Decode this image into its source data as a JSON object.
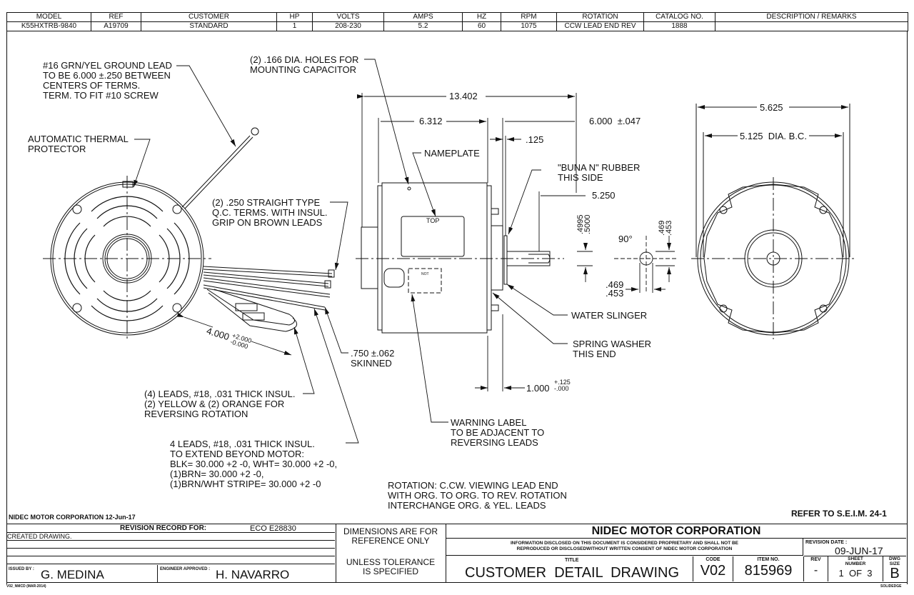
{
  "spec_table": {
    "headers": [
      "MODEL",
      "REF",
      "CUSTOMER",
      "HP",
      "VOLTS",
      "AMPS",
      "HZ",
      "RPM",
      "ROTATION",
      "CATALOG NO.",
      "DESCRIPTION / REMARKS"
    ],
    "values": [
      "K55HXTRB-9840",
      "A19709",
      "STANDARD",
      "1",
      "208-230",
      "5.2",
      "60",
      "1075",
      "CCW LEAD END REV",
      "1888",
      ""
    ]
  },
  "notes": {
    "ground_lead": "#16 GRN/YEL GROUND LEAD\nTO BE 6.000 ±.250 BETWEEN\nCENTERS OF TERMS.\nTERM. TO FIT #10 SCREW",
    "mounting_holes": "(2) .166 DIA. HOLES FOR\nMOUNTING CAPACITOR",
    "thermal_protector": "AUTOMATIC THERMAL\nPROTECTOR",
    "qc_terms": "(2) .250 STRAIGHT TYPE\nQ.C. TERMS. WITH INSUL.\nGRIP ON BROWN LEADS",
    "nameplate": "NAMEPLATE",
    "buna_rubber": "\"BUNA N\" RUBBER\nTHIS SIDE",
    "water_slinger": "WATER SLINGER",
    "spring_washer": "SPRING WASHER\nTHIS END",
    "skinned": ".750 ±.062\nSKINNED",
    "reversing_leads": "(4) LEADS, #18, .031 THICK INSUL.\n(2) YELLOW & (2) ORANGE FOR\nREVERSING ROTATION",
    "extend_leads": "4 LEADS, #18, .031 THICK INSUL.\nTO EXTEND BEYOND MOTOR:\nBLK= 30.000 +2 -0, WHT= 30.000 +2 -0,\n(1)BRN= 30.000 +2 -0,\n(1)BRN/WHT STRIPE= 30.000 +2 -0",
    "warning_label": "WARNING LABEL\nTO BE ADJACENT TO\nREVERSING LEADS",
    "rotation": "ROTATION: C.CW. VIEWING LEAD END\nWITH ORG. TO ORG. TO REV. ROTATION\nINTERCHANGE ORG. & YEL. LEADS",
    "refer": "REFER TO S.E.I.M. 24-1",
    "top_label": "TOP",
    "warn_small": "NOT"
  },
  "dimensions": {
    "overall_length": "13.402",
    "body_length": "6.312",
    "shaft_length": "6.000  ±.047",
    "slinger_gap": ".125",
    "shaft_flat": "5.250",
    "shaft_dia_top": ".4995",
    "shaft_dia_bot": ".5000",
    "angle": "90°",
    "flat_h_top": ".469",
    "flat_h_bot": ".453",
    "flat_w_top": ".469",
    "flat_w_bot": ".453",
    "stud_length": "1.000",
    "stud_tol_plus": "+.125",
    "stud_tol_minus": "-.000",
    "lead_length": "4.000",
    "lead_tol_plus": "+2.000",
    "lead_tol_minus": "-0.000",
    "end_dia": "5.625",
    "bolt_circle": "5.125  DIA. B.C."
  },
  "title_block": {
    "company_date": "NIDEC MOTOR CORPORATION 12-Jun-17",
    "revision_record_label": "REVISION RECORD FOR:",
    "eco": "ECO E28830",
    "revision_rows": [
      "CREATED DRAWING.",
      "",
      "",
      ""
    ],
    "issued_by_label": "ISSUED BY :",
    "issued_by": "G. MEDINA",
    "engineer_label": "ENGINEER APPROVED :",
    "engineer": "H. NAVARRO",
    "form_code": "V02_NMCD (MAR-2014)",
    "dims_note_1": "DIMENSIONS ARE FOR\nREFERENCE ONLY",
    "dims_note_2": "UNLESS TOLERANCE\nIS SPECIFIED",
    "company": "NIDEC MOTOR CORPORATION",
    "proprietary": "INFORMATION DISCLOSED ON THIS DOCUMENT IS CONSIDERED PROPRIETARY AND SHALL NOT BE\nREPRODUCED OR DISCLOSEDWITHOUT WRITTEN CONSENT OF NIDEC MOTOR CORPORATION",
    "revision_date_label": "REVISION DATE :",
    "revision_date": "09-JUN-17",
    "title_label": "TITLE",
    "title": "CUSTOMER  DETAIL  DRAWING",
    "code_label": "CODE",
    "code": "V02",
    "item_label": "ITEM NO.",
    "item": "815969",
    "rev_label": "REV",
    "rev": "-",
    "sheet_label": "SHEET\nNUMBER",
    "sheet": "1  OF  3",
    "dwg_label": "DWG\nSIZE",
    "dwg": "B",
    "software": "SOLIDEDGE"
  }
}
